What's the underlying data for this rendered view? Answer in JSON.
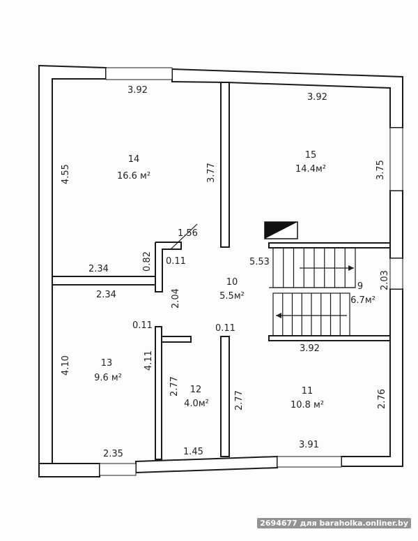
{
  "rooms": [
    {
      "number": "14",
      "area": "16.6 м²"
    },
    {
      "number": "15",
      "area": "14.4м²"
    },
    {
      "number": "10",
      "area": "5.5м²"
    },
    {
      "number": "9",
      "area": "6.7м²"
    },
    {
      "number": "13",
      "area": "9.6 м²"
    },
    {
      "number": "12",
      "area": "4.0м²"
    },
    {
      "number": "11",
      "area": "10.8 м²"
    }
  ],
  "dimensions": {
    "top_left": "3.92",
    "top_right": "3.92",
    "left_upper": "4.55",
    "partition_top": "3.77",
    "right_upper": "3.75",
    "door_width": "1.56",
    "partition_short": "0.82",
    "partition_thick_a": "0.11",
    "stair_width": "5.53",
    "room14_bottom": "2.34",
    "room13_top": "2.34",
    "corridor_depth": "2.04",
    "right_mid": "2.03",
    "stair_bottom": "3.92",
    "partition_thick_b": "0.11",
    "partition_thick_c": "0.11",
    "left_lower": "4.10",
    "room13_height": "4.11",
    "room12_left": "2.77",
    "room12_right": "2.77",
    "right_lower": "2.76",
    "bottom_left": "2.35",
    "bottom_mid": "1.45",
    "bottom_right": "3.91"
  },
  "watermark": "2694677 для baraholka.onliner.by"
}
